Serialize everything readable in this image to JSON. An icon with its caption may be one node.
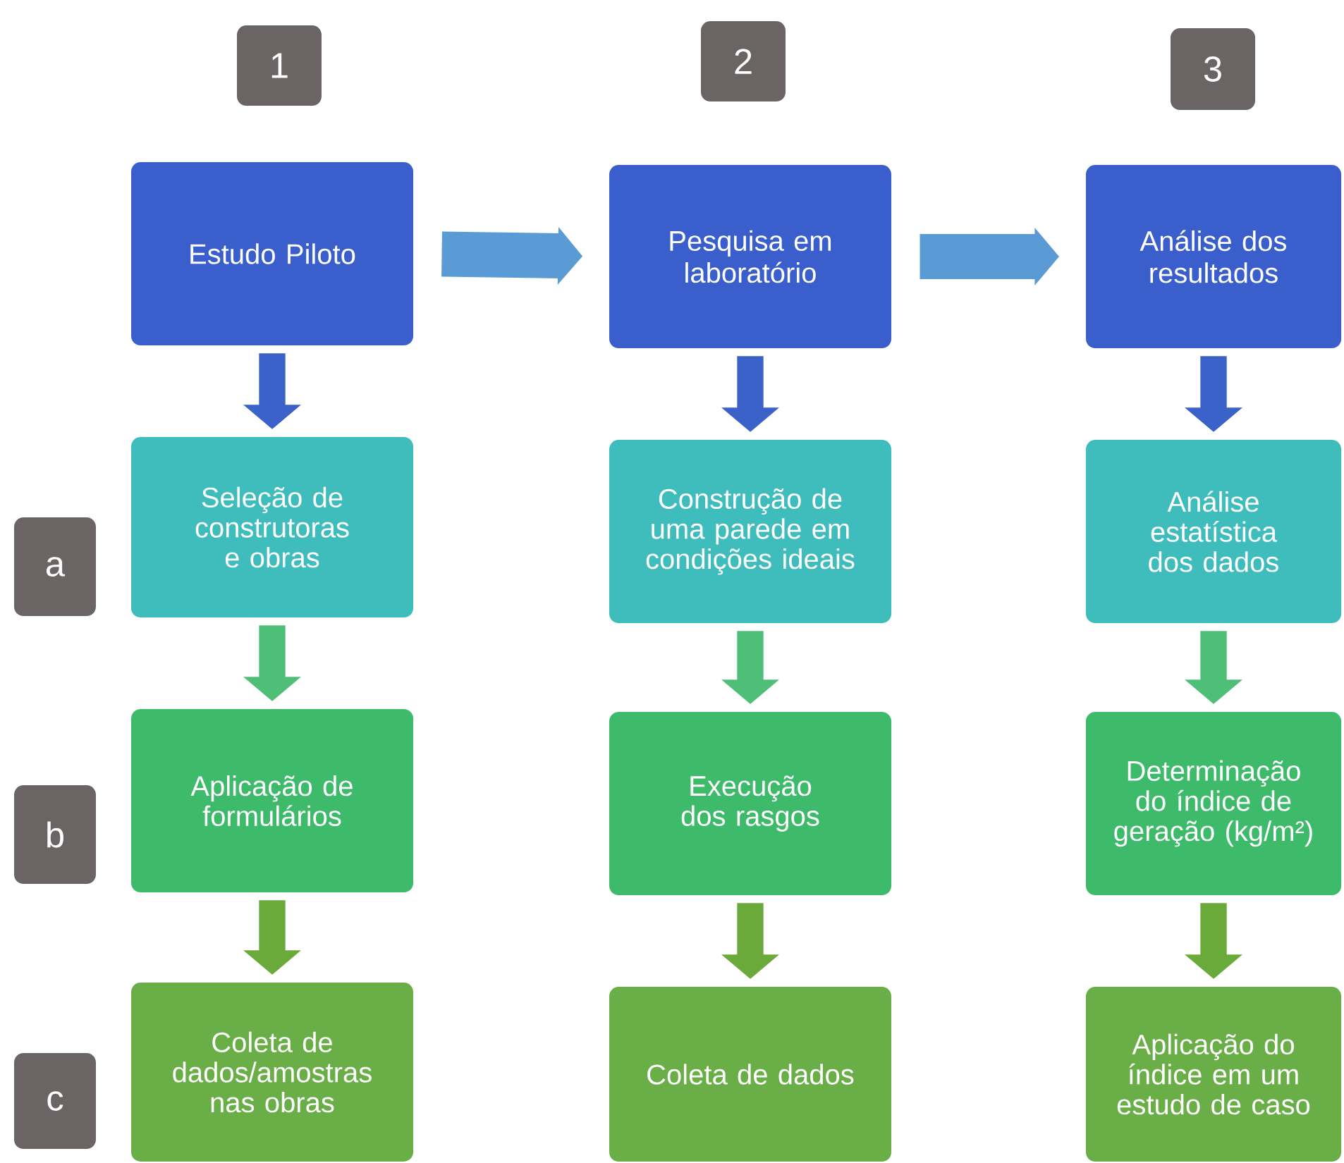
{
  "diagram": {
    "nodes": [
      {
        "text": [
          "1"
        ]
      },
      {
        "text": [
          "2"
        ]
      },
      {
        "text": [
          "3"
        ]
      },
      {
        "text": [
          "Estudo Piloto"
        ]
      },
      {
        "text": [
          "Pesquisa em laboratório"
        ]
      },
      {
        "text": [
          "Análise dos resultados"
        ]
      },
      {
        "text": [
          "a"
        ]
      },
      {
        "text": [
          "Seleção de construtoras e obras"
        ]
      },
      {
        "text": [
          "Construção de uma parede em condições ideais"
        ]
      },
      {
        "text": [
          "Análise estatística dos dados"
        ]
      },
      {
        "text": [
          "b"
        ]
      },
      {
        "text": [
          "Aplicação de formulários"
        ]
      },
      {
        "text": [
          "Execução dos rasgos"
        ]
      },
      {
        "text": [
          "Determinação do índice de geração (kg/m²)"
        ]
      },
      {
        "text": [
          "c"
        ]
      },
      {
        "text": [
          "Coleta de dados/amostras nas obras"
        ]
      },
      {
        "text": [
          "Coleta de dados"
        ]
      },
      {
        "text": [
          "Aplicação do índice em um estudo de caso"
        ]
      }
    ],
    "edges": [
      {
        "from": 3,
        "to": 4,
        "arrow": "to",
        "color": "#5b9bd5"
      },
      {
        "from": 4,
        "to": 5,
        "arrow": "to",
        "color": "#5b9bd5"
      },
      {
        "from": 3,
        "to": 7,
        "arrow": "to",
        "color": "#3a62c8"
      },
      {
        "from": 7,
        "to": 11,
        "arrow": "to",
        "color": "#4fbf78"
      },
      {
        "from": 11,
        "to": 15,
        "arrow": "to",
        "color": "#6aaa3a"
      },
      {
        "from": 4,
        "to": 8,
        "arrow": "to",
        "color": "#3a62c8"
      },
      {
        "from": 8,
        "to": 12,
        "arrow": "to",
        "color": "#4fbf78"
      },
      {
        "from": 12,
        "to": 16,
        "arrow": "to",
        "color": "#6aaa3a"
      },
      {
        "from": 5,
        "to": 9,
        "arrow": "to",
        "color": "#3a62c8"
      },
      {
        "from": 9,
        "to": 13,
        "arrow": "to",
        "color": "#4fbf78"
      },
      {
        "from": 13,
        "to": 17,
        "arrow": "to",
        "color": "#6aaa3a"
      }
    ]
  }
}
